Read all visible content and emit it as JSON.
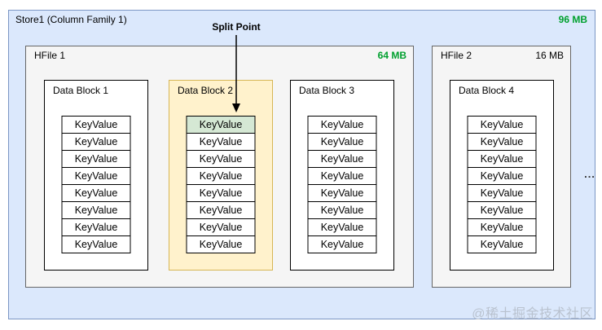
{
  "store": {
    "title": "Store1 (Column Family 1)",
    "size": "96 MB"
  },
  "split_point_label": "Split Point",
  "hfiles": [
    {
      "title": "HFile 1",
      "size": "64 MB",
      "blocks": [
        {
          "title": "Data Block 1",
          "rows": [
            "KeyValue",
            "KeyValue",
            "KeyValue",
            "KeyValue",
            "KeyValue",
            "KeyValue",
            "KeyValue",
            "KeyValue"
          ]
        },
        {
          "title": "Data Block 2",
          "highlighted": true,
          "split_row_index": 0,
          "rows": [
            "KeyValue",
            "KeyValue",
            "KeyValue",
            "KeyValue",
            "KeyValue",
            "KeyValue",
            "KeyValue",
            "KeyValue"
          ]
        },
        {
          "title": "Data Block 3",
          "rows": [
            "KeyValue",
            "KeyValue",
            "KeyValue",
            "KeyValue",
            "KeyValue",
            "KeyValue",
            "KeyValue",
            "KeyValue"
          ]
        }
      ]
    },
    {
      "title": "HFile 2",
      "size": "16 MB",
      "blocks": [
        {
          "title": "Data Block 4",
          "rows": [
            "KeyValue",
            "KeyValue",
            "KeyValue",
            "KeyValue",
            "KeyValue",
            "KeyValue",
            "KeyValue",
            "KeyValue"
          ]
        }
      ]
    }
  ],
  "ellipsis": "...",
  "watermark": "@稀土掘金技术社区",
  "colors": {
    "store_fill": "#dbe8fc",
    "store_border": "#7b96c4",
    "hfile_fill": "#f5f5f5",
    "hfile_border": "#666666",
    "block_fill": "#ffffff",
    "block_border": "#000000",
    "highlight_block_fill": "#fff2cc",
    "highlight_block_border": "#d6b656",
    "split_row_fill": "#d5e8d4",
    "size_green": "#00a02e",
    "watermark_color": "#b9c2cf"
  }
}
